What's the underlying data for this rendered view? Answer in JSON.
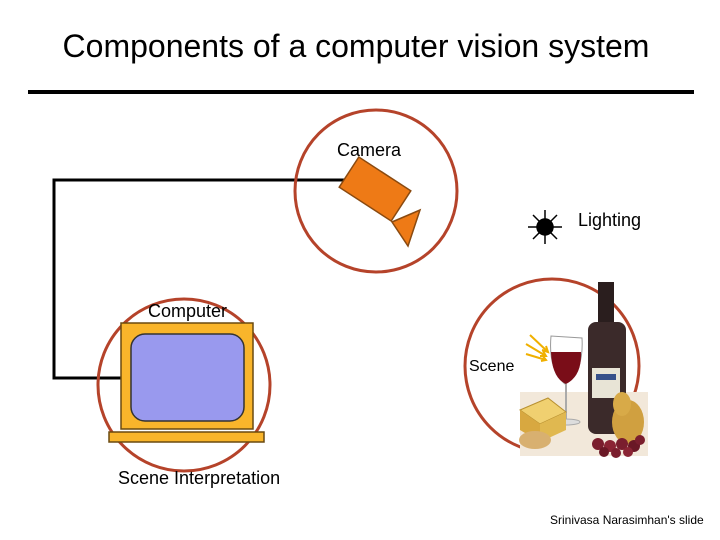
{
  "title": "Components of a computer vision system",
  "labels": {
    "camera": "Camera",
    "lighting": "Lighting",
    "computer": "Computer",
    "scene": "Scene",
    "interpretation": "Scene Interpretation"
  },
  "credit": "Srinivasa Narasimhan's slide",
  "colors": {
    "circle": "#b5432a",
    "camera": "#ee7a16",
    "monitor_frame": "#f9b52b",
    "screen": "#9999ee",
    "wire": "#000000",
    "lamp": "#000000",
    "arrow": "#f0b000"
  },
  "icons": [
    "camera-icon",
    "light-source-icon",
    "monitor-icon",
    "scene-photo-icon"
  ]
}
